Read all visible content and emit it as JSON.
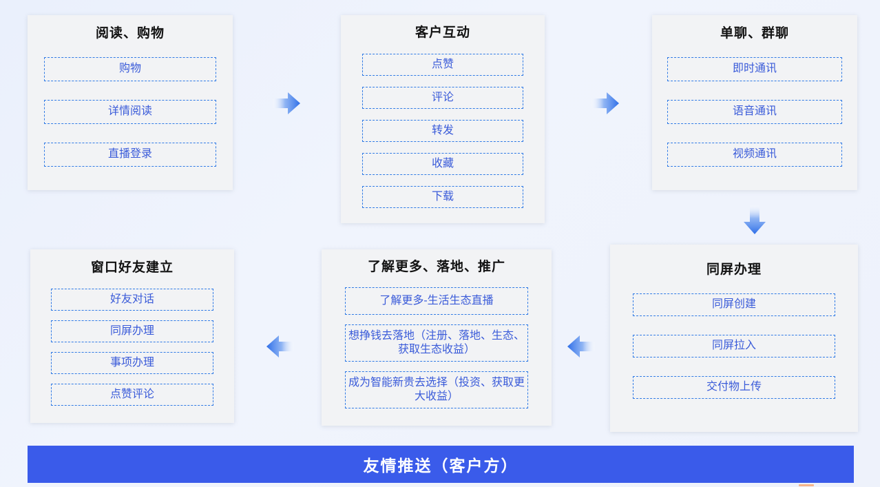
{
  "colors": {
    "page_background": "#eff3fd",
    "card_background": "#f2f3f5",
    "item_border": "#2f7ae5",
    "item_text": "#3a5bd9",
    "title_text": "#121212",
    "banner_background": "#3a5bea",
    "banner_text": "#ffffff",
    "arrow_blue": "#2f6fe8"
  },
  "cards": [
    {
      "id": "read-shop",
      "title": "阅读、购物",
      "items": [
        "购物",
        "详情阅读",
        "直播登录"
      ]
    },
    {
      "id": "interaction",
      "title": "客户互动",
      "items": [
        "点赞",
        "评论",
        "转发",
        "收藏",
        "下载"
      ]
    },
    {
      "id": "chat",
      "title": "单聊、群聊",
      "items": [
        "即时通讯",
        "语音通讯",
        "视频通讯"
      ]
    },
    {
      "id": "friend",
      "title": "窗口好友建立",
      "items": [
        "好友对话",
        "同屏办理",
        "事项办理",
        "点赞评论"
      ]
    },
    {
      "id": "more",
      "title": "了解更多、落地、推广",
      "items": [
        "了解更多-生活生态直播",
        "想挣钱去落地（注册、落地、生态、获取生态收益）",
        "成为智能新贵去选择（投资、获取更大收益）"
      ]
    },
    {
      "id": "screen",
      "title": "同屏办理",
      "items": [
        "同屏创建",
        "同屏拉入",
        "交付物上传"
      ]
    }
  ],
  "arrows": [
    {
      "id": "read-shop-to-interaction",
      "direction": "right"
    },
    {
      "id": "interaction-to-chat",
      "direction": "right"
    },
    {
      "id": "chat-to-screen",
      "direction": "down"
    },
    {
      "id": "screen-to-more",
      "direction": "left"
    },
    {
      "id": "more-to-friend",
      "direction": "left"
    }
  ],
  "banner": {
    "text": "友情推送（客户方）"
  }
}
